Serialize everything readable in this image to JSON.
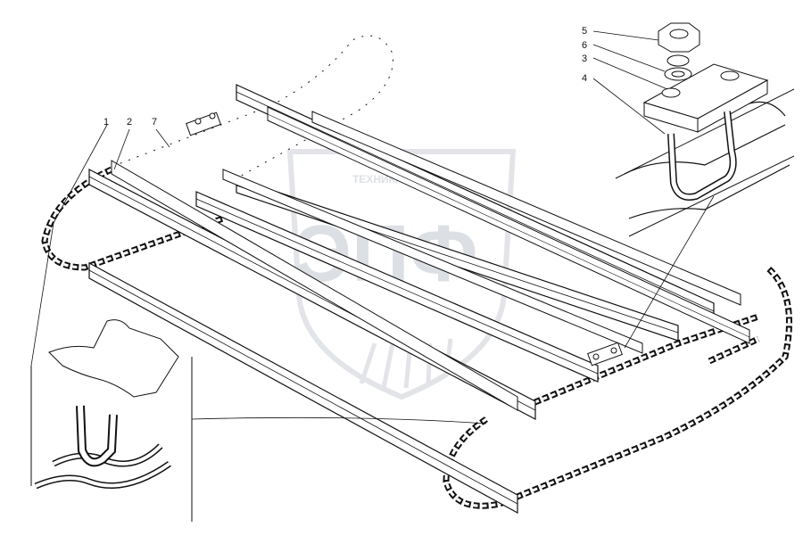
{
  "watermark": {
    "top_text": "ТЕХНИКА",
    "logo_text": "ЭПФ"
  },
  "callouts": [
    {
      "id": "1",
      "text": "1"
    },
    {
      "id": "2",
      "text": "2"
    },
    {
      "id": "7",
      "text": "7"
    },
    {
      "id": "5",
      "text": "5"
    },
    {
      "id": "6",
      "text": "6"
    },
    {
      "id": "3",
      "text": "3"
    },
    {
      "id": "4",
      "text": "4"
    }
  ],
  "colors": {
    "ink": "#111111",
    "watermark": "#d9dde2",
    "hatch": "#555555"
  }
}
